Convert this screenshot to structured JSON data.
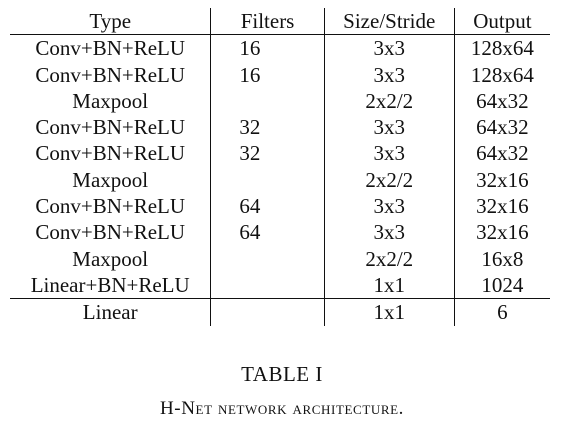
{
  "table": {
    "headers": [
      "Type",
      "Filters",
      "Size/Stride",
      "Output"
    ],
    "rows": [
      {
        "type": "Conv+BN+ReLU",
        "filters": "16",
        "size": "3x3",
        "output": "128x64"
      },
      {
        "type": "Conv+BN+ReLU",
        "filters": "16",
        "size": "3x3",
        "output": "128x64"
      },
      {
        "type": "Maxpool",
        "filters": "",
        "size": "2x2/2",
        "output": "64x32"
      },
      {
        "type": "Conv+BN+ReLU",
        "filters": "32",
        "size": "3x3",
        "output": "64x32"
      },
      {
        "type": "Conv+BN+ReLU",
        "filters": "32",
        "size": "3x3",
        "output": "64x32"
      },
      {
        "type": "Maxpool",
        "filters": "",
        "size": "2x2/2",
        "output": "32x16"
      },
      {
        "type": "Conv+BN+ReLU",
        "filters": "64",
        "size": "3x3",
        "output": "32x16"
      },
      {
        "type": "Conv+BN+ReLU",
        "filters": "64",
        "size": "3x3",
        "output": "32x16"
      },
      {
        "type": "Maxpool",
        "filters": "",
        "size": "2x2/2",
        "output": "16x8"
      },
      {
        "type": "Linear+BN+ReLU",
        "filters": "",
        "size": "1x1",
        "output": "1024"
      },
      {
        "type": "Linear",
        "filters": "",
        "size": "1x1",
        "output": "6"
      }
    ]
  },
  "caption": {
    "number": "TABLE I",
    "title": "H-Net network architecture."
  }
}
